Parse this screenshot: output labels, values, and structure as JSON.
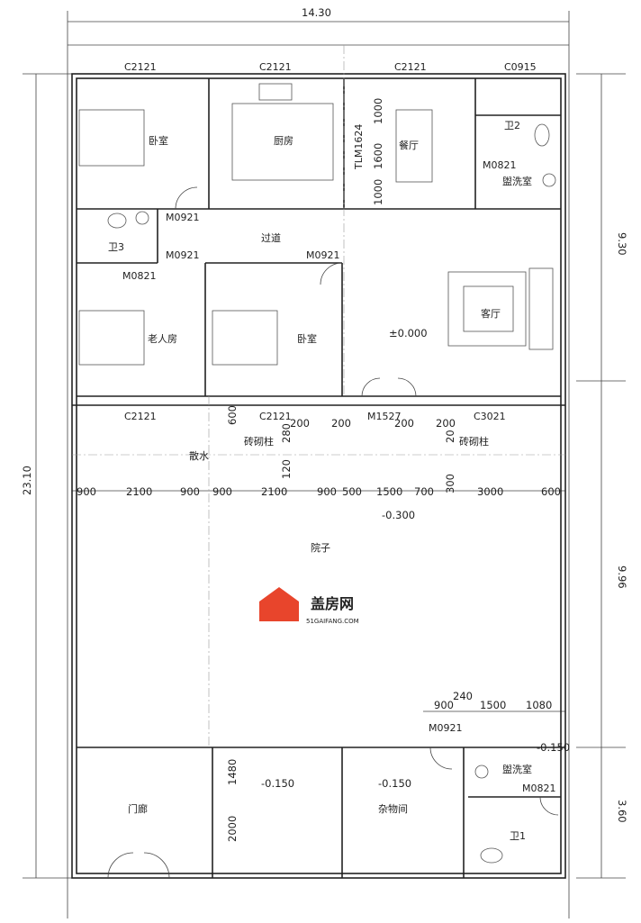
{
  "dimensions": {
    "overall_width": "14.30",
    "overall_depth": "23.10",
    "right": [
      "9.30",
      "9.96",
      "3.60"
    ],
    "yard_row": [
      "900",
      "2100",
      "900",
      "900",
      "2100",
      "900",
      "500",
      "1500",
      "700",
      "3000",
      "600"
    ],
    "dining_vertical": [
      "1000",
      "1600",
      "1000"
    ],
    "gate_pillars": [
      "200",
      "200",
      "200",
      "200"
    ],
    "pillar_misc": [
      "600",
      "280",
      "120",
      "20",
      "300"
    ],
    "south_top": [
      "900",
      "240",
      "1500",
      "1080"
    ],
    "porch_vertical": [
      "1480",
      "2000"
    ]
  },
  "windows": [
    "C2121",
    "C2121",
    "C2121",
    "C0915",
    "C2121",
    "C2121",
    "C3021"
  ],
  "doors": {
    "kitchen_sep": "TLM1624",
    "bath2": "M0821",
    "bed1": "M0921",
    "corridor": "M0921",
    "bed2": "M0921",
    "bath3": "M0821",
    "main": "M1527",
    "storage": "M0921",
    "bath1": "M0821"
  },
  "rooms": {
    "bedroom1": "卧室",
    "kitchen": "厨房",
    "dining": "餐厅",
    "bath2": "卫2",
    "wash1": "盥洗室",
    "bath3": "卫3",
    "corridor": "过道",
    "elder": "老人房",
    "bedroom2": "卧室",
    "living": "客厅",
    "yard": "院子",
    "porch": "门廊",
    "storage": "杂物间",
    "wash2": "盥洗室",
    "bath1": "卫1"
  },
  "notes": {
    "pillar_left": "砖砌柱",
    "pillar_right": "砖砌柱",
    "drain": "散水"
  },
  "levels": {
    "living": "±0.000",
    "yard": "-0.300",
    "porch": "-0.150",
    "storage": "-0.150",
    "wash": "-0.150"
  },
  "watermark": {
    "name": "盖房网",
    "url": "51GAIFANG.COM",
    "color": "#e8452c"
  }
}
